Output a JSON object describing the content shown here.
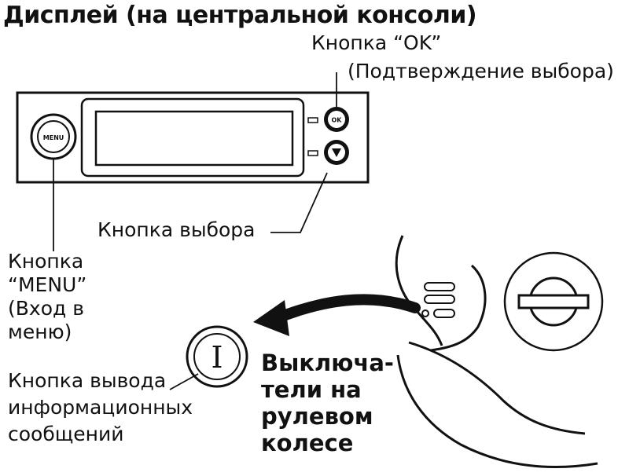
{
  "title": "Дисплей (на центральной консоли)",
  "ok_button": {
    "label": "Кнопка “OK”",
    "sublabel": "(Подтверждение выбора)",
    "glyph": "OK"
  },
  "select_button": {
    "label": "Кнопка выбора"
  },
  "menu_button": {
    "lines": [
      "Кнопка",
      "“MENU”",
      "(Вход в",
      "меню)"
    ],
    "glyph": "MENU"
  },
  "info_button": {
    "lines": [
      "Кнопка вывода",
      "информационных",
      "сообщений"
    ],
    "glyph": "I"
  },
  "steering_switches": {
    "lines": [
      "Выключа-",
      "тели на",
      "рулевом",
      "колесе"
    ]
  }
}
